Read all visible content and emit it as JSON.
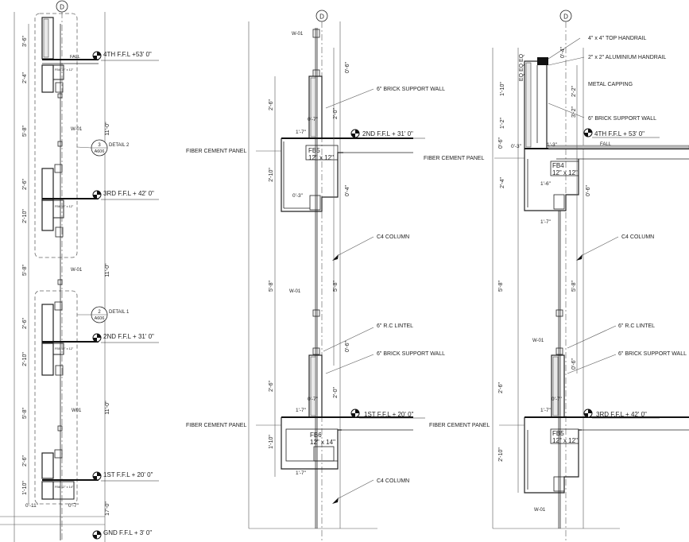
{
  "grid_bubble": "D",
  "left_section": {
    "levels": [
      "4TH F.F.L +53' 0\"",
      "3RD F.F.L + 42' 0\"",
      "2ND F.F.L + 31' 0\"",
      "1ST F.F.L + 20' 0\"",
      "GND F.F.L + 3' 0\""
    ],
    "dims_left": [
      "3'-6\"",
      "2'-4\"",
      "5'-8\"",
      "2'-6\"",
      "2'-10\"",
      "5'-8\"",
      "2'-6\"",
      "2'-10\"",
      "5'-8\"",
      "2'-6\"",
      "1'-10\""
    ],
    "dims_right": [
      "11'-0\"",
      "11'-0\"",
      "11'-0\"",
      "17'-0\""
    ],
    "bottom_dims": [
      "0'-11\"",
      "0'-7\""
    ],
    "beams": [
      "FB4 12\" x 12\"",
      "FB6 12\" x 12\"",
      "FB5 12\" x 12\"",
      "FB6 12\" x 14\""
    ],
    "fall": "FALL",
    "window_tags": [
      "W-01",
      "W-01",
      "W01"
    ],
    "details": [
      {
        "num": "3",
        "sheet": "A606",
        "label": "DETAIL 2"
      },
      {
        "num": "2",
        "sheet": "A606",
        "label": "DETAIL 1"
      }
    ]
  },
  "detail_1": {
    "level_upper": "2ND F.F.L + 31' 0\"",
    "level_lower": "1ST F.F.L + 20' 0\"",
    "fiber_cement_panel": "FIBER CEMENT PANEL",
    "brick_wall": "6\" BRICK SUPPORT WALL",
    "column": "C4 COLUMN",
    "lintel": "6\" R.C LINTEL",
    "beam_upper_name": "FB5",
    "beam_upper_size": "12\" x 12\"",
    "beam_lower_name": "FB6",
    "beam_lower_size": "12\" x 14\"",
    "window_tag": "W-01",
    "dims": {
      "d06a": "0'-6\"",
      "d26a": "2'-6\"",
      "d20a": "2'-0\"",
      "d07a": "0'-7\"",
      "d17a": "1'-7\"",
      "d210": "2'-10\"",
      "d03": "0'-3\"",
      "d04": "0'-4\"",
      "d58a": "5'-8\"",
      "d58b": "5'-8\"",
      "d06b": "0'-6\"",
      "d26b": "2'-6\"",
      "d20b": "2'-0\"",
      "d07b": "0'-7\"",
      "d17b": "1'-7\"",
      "d110": "1'-10\"",
      "d17c": "1'-7\""
    }
  },
  "detail_2": {
    "level_upper": "4TH F.F.L + 53' 0\"",
    "level_lower": "3RD F.F.L + 42' 0\"",
    "top_handrail": "4\" x 4\" TOP HANDRAIL",
    "alu_handrail": "2\" x 2\" ALUMINIUM HANDRAIL",
    "metal_capping": "METAL CAPPING",
    "brick_wall": "6\" BRICK SUPPORT WALL",
    "fiber_cement_panel": "FIBER CEMENT PANEL",
    "column": "C4 COLUMN",
    "lintel": "6\" R.C LINTEL",
    "fall": "FALL",
    "eq": "EQ EQ EQ",
    "beam_upper_name": "FB4",
    "beam_upper_size": "12\" x 12\"",
    "beam_lower_name": "FB5",
    "beam_lower_size": "12\" x 12\"",
    "window_tag": "W-01",
    "dims": {
      "d04": "0'-4\"",
      "d110": "1'-10\"",
      "d22": "2'-2\"",
      "d32": "3'-2\"",
      "d12": "1'-2\"",
      "d06a": "0'-6\"",
      "d03": "0'-3\"",
      "d13": "1'-3\"",
      "d24": "2'-4\"",
      "d16": "1'-6\"",
      "d06b": "0'-6\"",
      "d17a": "1'-7\"",
      "d58a": "5'-8\"",
      "d58b": "5'-8\"",
      "d06c": "0'-6\"",
      "d26": "2'-6\"",
      "d07": "0'-7\"",
      "d17b": "1'-7\"",
      "d210": "2'-10\""
    }
  }
}
